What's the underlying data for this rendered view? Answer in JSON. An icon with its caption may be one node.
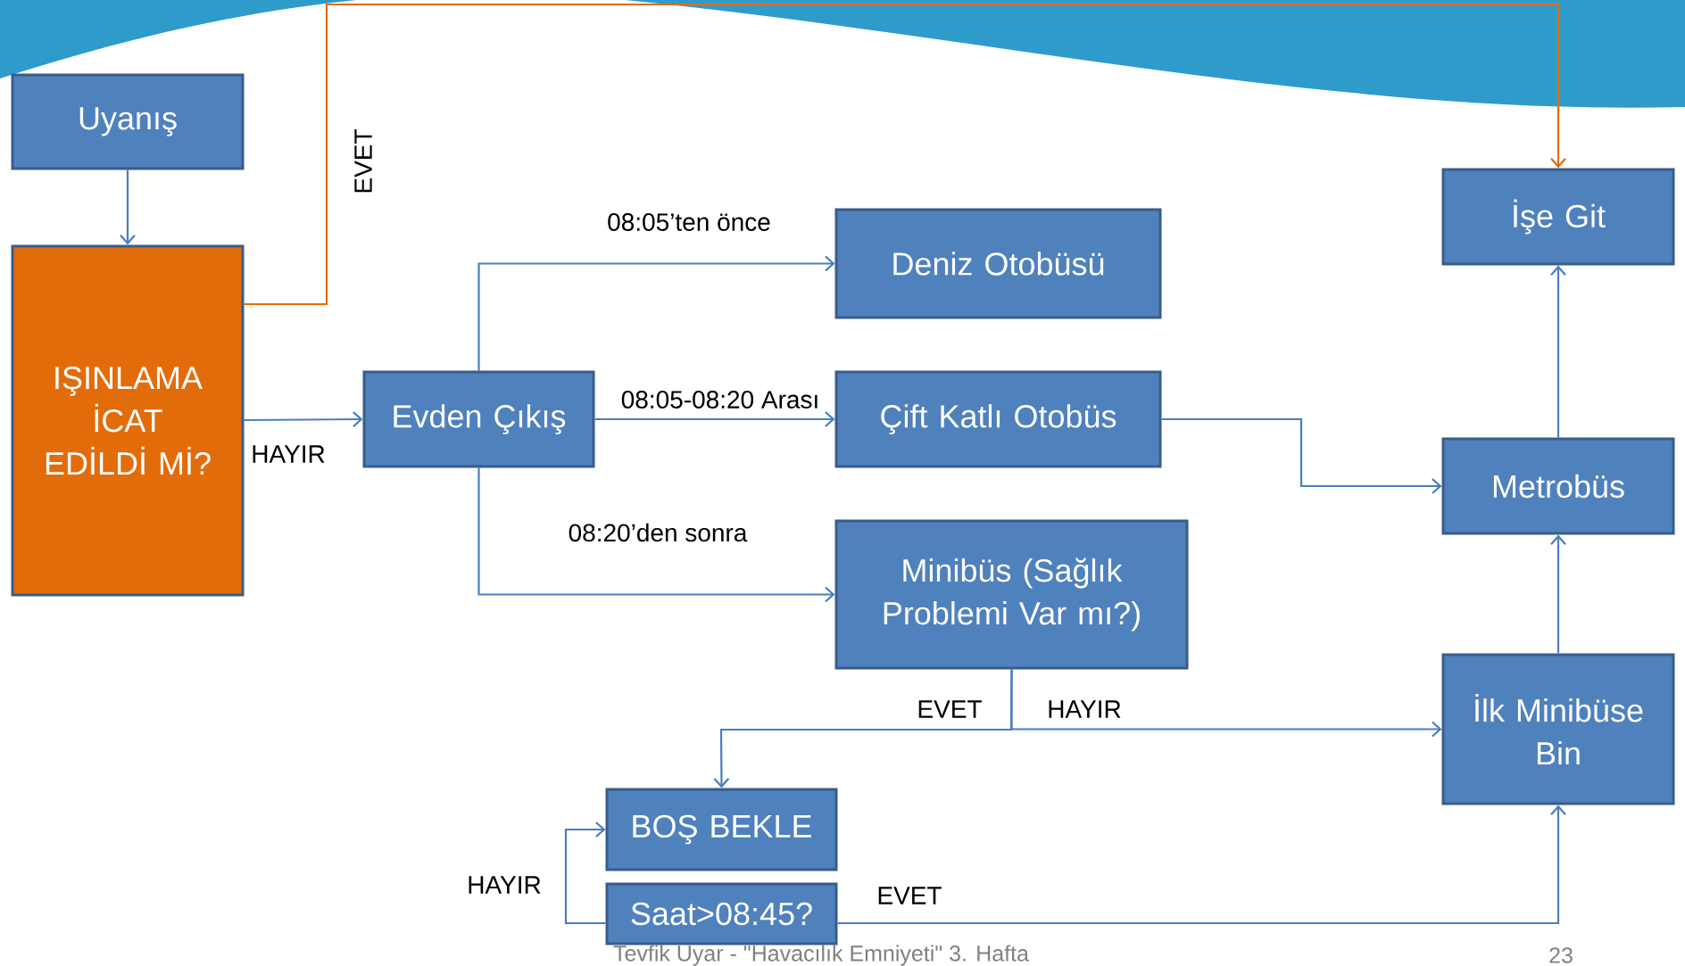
{
  "diagram": {
    "nodes": [
      {
        "text": [
          "Uyanış"
        ]
      },
      {
        "text": [
          "IŞINLAMA İCAT EDİLDİ Mİ?"
        ]
      },
      {
        "text": [
          "Evden Çıkış"
        ]
      },
      {
        "text": [
          "Deniz Otobüsü"
        ]
      },
      {
        "text": [
          "Çift Katlı Otobüs"
        ]
      },
      {
        "text": [
          "Minibüs (Sağlık Problemi Var mı?)"
        ]
      },
      {
        "text": [
          "İşe Git"
        ]
      },
      {
        "text": [
          "Metrobüs"
        ]
      },
      {
        "text": [
          "İlk Minibüse Bin"
        ]
      },
      {
        "text": [
          "BOŞ BEKLE"
        ]
      },
      {
        "text": [
          "Saat>08:45?"
        ]
      }
    ],
    "edges": [
      {
        "from": 0,
        "to": 1,
        "arrow": "to"
      },
      {
        "from": 1,
        "to": 6,
        "arrow": "to",
        "label": "EVET",
        "color": "#e36c0a"
      },
      {
        "from": 1,
        "to": 2,
        "arrow": "to",
        "label": "HAYIR"
      },
      {
        "from": 2,
        "to": 3,
        "arrow": "to",
        "label": "08:05’ten önce"
      },
      {
        "from": 2,
        "to": 4,
        "arrow": "to",
        "label": "08:05-08:20 Arası"
      },
      {
        "from": 2,
        "to": 5,
        "arrow": "to",
        "label": "08:20’den sonra"
      },
      {
        "from": 4,
        "to": 7,
        "arrow": "to"
      },
      {
        "from": 5,
        "to": 9,
        "arrow": "to",
        "label": "EVET"
      },
      {
        "from": 5,
        "to": 8,
        "arrow": "to",
        "label": "HAYIR"
      },
      {
        "from": 8,
        "to": 7,
        "arrow": "to"
      },
      {
        "from": 7,
        "to": 6,
        "arrow": "to"
      },
      {
        "from": 10,
        "to": 8,
        "arrow": "to",
        "label": "EVET"
      },
      {
        "from": 10,
        "to": 9,
        "arrow": "to",
        "label": "HAYIR"
      }
    ],
    "labels": [
      "Tevfik Uyar - \"Havacılık Emniyeti\" 3. Hafta",
      "23"
    ]
  }
}
